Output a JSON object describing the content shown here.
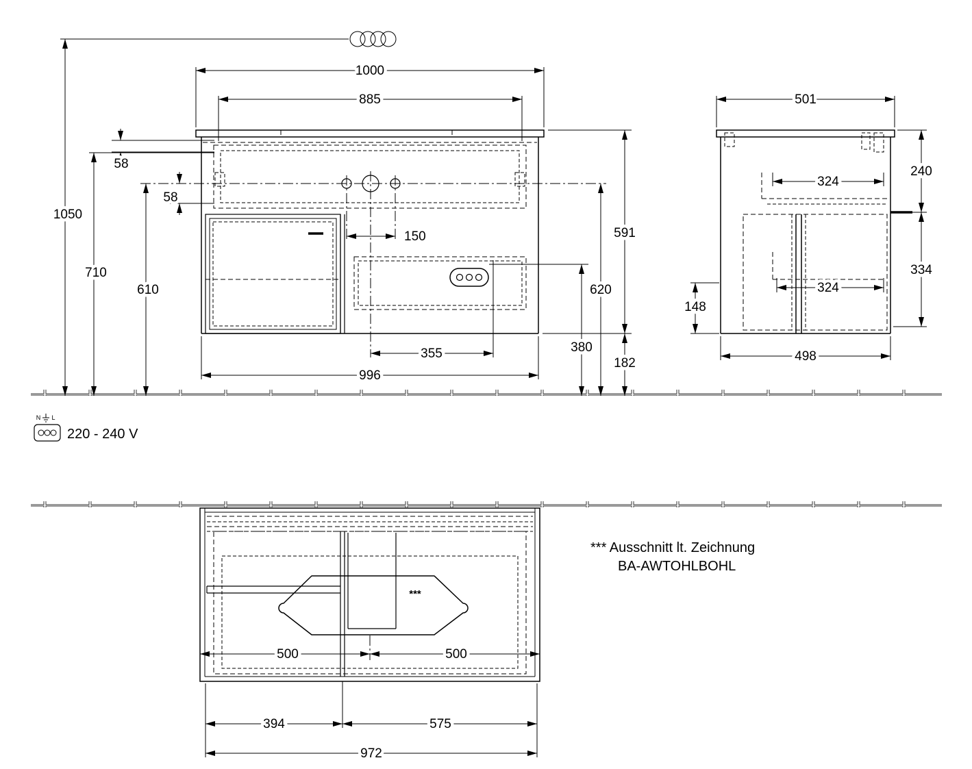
{
  "front_view": {
    "dim_1000": "1000",
    "dim_885": "885",
    "dim_58_top": "58",
    "dim_58_bottom": "58",
    "dim_150": "150",
    "dim_1050": "1050",
    "dim_710": "710",
    "dim_610": "610",
    "dim_591": "591",
    "dim_620": "620",
    "dim_380": "380",
    "dim_182": "182",
    "dim_355": "355",
    "dim_996": "996"
  },
  "side_view": {
    "dim_501": "501",
    "dim_240": "240",
    "dim_324_top": "324",
    "dim_334": "334",
    "dim_148": "148",
    "dim_324_bottom": "324",
    "dim_498": "498"
  },
  "plan_view": {
    "dim_500_left": "500",
    "dim_500_right": "500",
    "dim_394": "394",
    "dim_575": "575",
    "dim_972": "972",
    "cutout_marker": "***"
  },
  "electrical": {
    "voltage": "220 - 240 V",
    "neutral": "N",
    "line": "L"
  },
  "note": {
    "line1": "*** Ausschnitt lt. Zeichnung",
    "line2": "BA-AWTOHLBOHL"
  }
}
